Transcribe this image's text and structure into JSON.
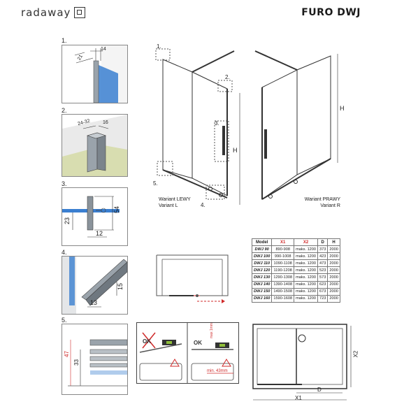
{
  "brand": {
    "name": "radaway"
  },
  "product": {
    "title": "FURO DWJ"
  },
  "steps": [
    {
      "label": "1.",
      "dims": [
        "21",
        "14"
      ]
    },
    {
      "label": "2.",
      "dims": [
        "24-32",
        "16"
      ]
    },
    {
      "label": "3.",
      "dims": [
        "54",
        "23",
        "12"
      ]
    },
    {
      "label": "4.",
      "dims": [
        "15",
        "13"
      ]
    },
    {
      "label": "5.",
      "dims": [
        "47",
        "33"
      ]
    }
  ],
  "drawing": {
    "left_callouts": [
      "1.",
      "2.",
      "3.",
      "4.",
      "5."
    ],
    "left_height_label": "H",
    "variant_left": {
      "line1": "Wariant LEWY",
      "line2": "Variant L"
    },
    "variant_right": {
      "line1": "Wariant PRAWY",
      "line2": "Variant R"
    },
    "right_height_label": "H"
  },
  "table": {
    "headers": [
      "Model",
      "X1",
      "X2",
      "D",
      "H"
    ],
    "rows": [
      [
        "DWJ 90",
        "890-908",
        "maks. 1200",
        "373",
        "2000"
      ],
      [
        "DWJ 100",
        "990-1008",
        "maks. 1200",
        "423",
        "2000"
      ],
      [
        "DWJ 110",
        "1090-1108",
        "maks. 1200",
        "473",
        "2000"
      ],
      [
        "DWJ 120",
        "1190-1208",
        "maks. 1200",
        "523",
        "2000"
      ],
      [
        "DWJ 130",
        "1290-1308",
        "maks. 1200",
        "573",
        "2000"
      ],
      [
        "DWJ 140",
        "1390-1408",
        "maks. 1200",
        "623",
        "2000"
      ],
      [
        "DWJ 150",
        "1490-1508",
        "maks. 1200",
        "673",
        "2000"
      ],
      [
        "DWJ 160",
        "1590-1608",
        "maks. 1200",
        "723",
        "2000"
      ]
    ]
  },
  "ok_panel": {
    "ok_label": "OK",
    "min_label": "min. 43mm",
    "max_label": "max 1mm"
  },
  "plan": {
    "x1": "X1",
    "x2": "X2",
    "d": "D"
  },
  "colors": {
    "glass": "#3a7fd0",
    "red": "#d02a2a",
    "green": "#8fbf3a",
    "profile": "#9aa3ab"
  }
}
